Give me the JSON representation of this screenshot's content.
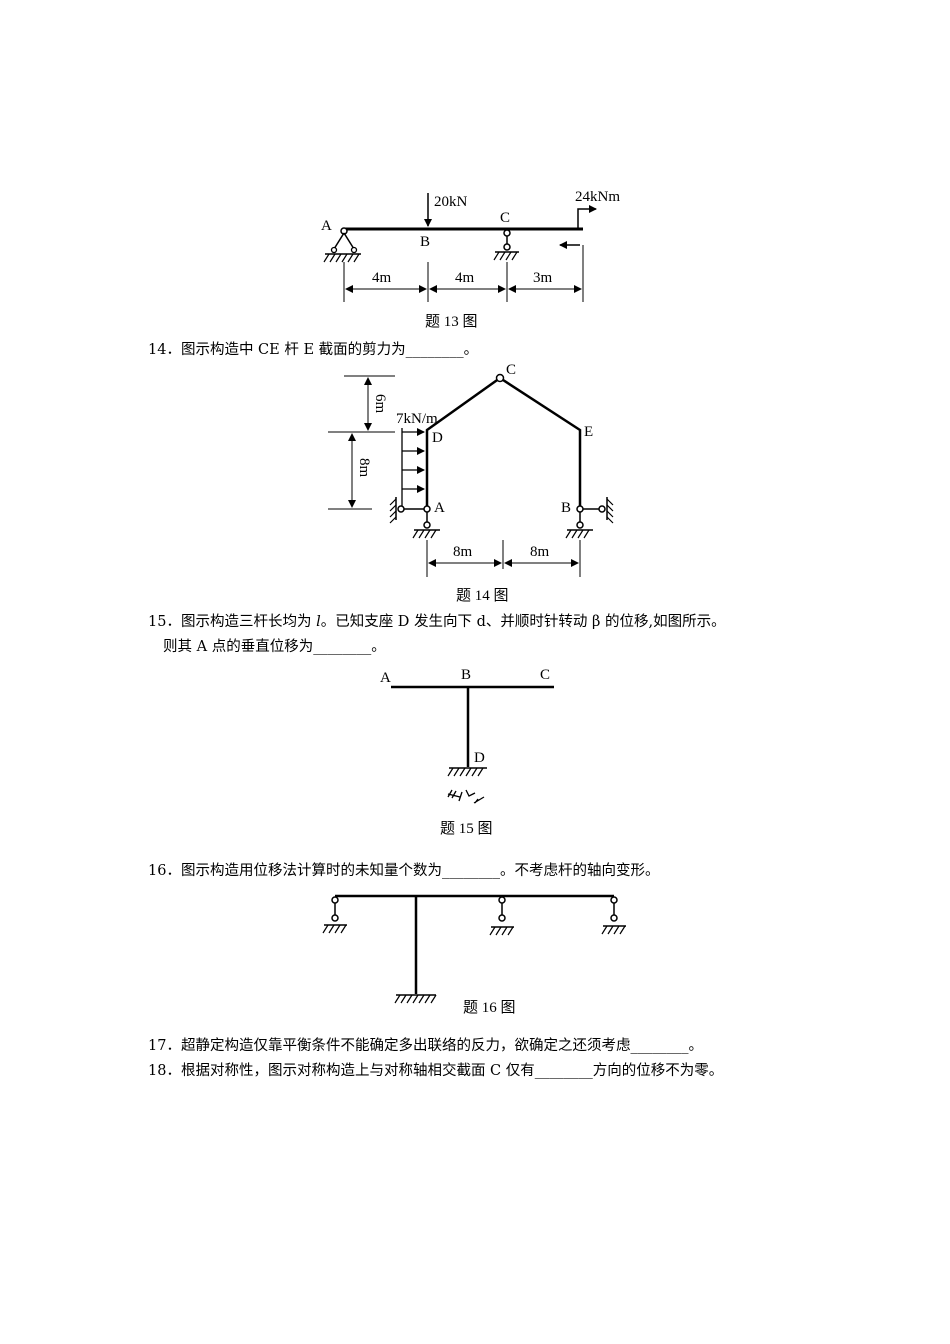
{
  "fig13": {
    "caption": "题 13 图",
    "load_point": "20kN",
    "load_moment": "24kNm",
    "labels": {
      "a": "A",
      "b": "B",
      "c": "C"
    },
    "dims": [
      "4m",
      "4m",
      "3m"
    ]
  },
  "q14": {
    "number": "14．",
    "text": "图示构造中 CE 杆 E 截面的剪力为________。"
  },
  "fig14": {
    "caption": "题 14 图",
    "load": "7kN/m",
    "labels": {
      "c": "C",
      "d": "D",
      "e": "E",
      "a": "A",
      "b": "B"
    },
    "dims_v": [
      "6m",
      "8m"
    ],
    "dims_h": [
      "8m",
      "8m"
    ]
  },
  "q15": {
    "number": "15．",
    "line1_pre": "图示构造三杆长均为 ",
    "line1_var": "l",
    "line1_post": "。已知支座 D 发生向下 d、并顺时针转动 β 的位移,如图所示。",
    "line2": "则其 A 点的垂直位移为________。"
  },
  "fig15": {
    "caption": "题 15 图",
    "labels": {
      "a": "A",
      "b": "B",
      "c": "C",
      "d": "D"
    }
  },
  "q16": {
    "number": "16．",
    "text": "图示构造用位移法计算时的未知量个数为________。不考虑杆的轴向变形。"
  },
  "fig16": {
    "caption": "题 16 图"
  },
  "q17": {
    "number": "17．",
    "text": "超静定构造仅靠平衡条件不能确定多出联络的反力，欲确定之还须考虑________。"
  },
  "q18": {
    "number": "18．",
    "text": "根据对称性，图示对称构造上与对称轴相交截面 C 仅有________方向的位移不为零。"
  }
}
